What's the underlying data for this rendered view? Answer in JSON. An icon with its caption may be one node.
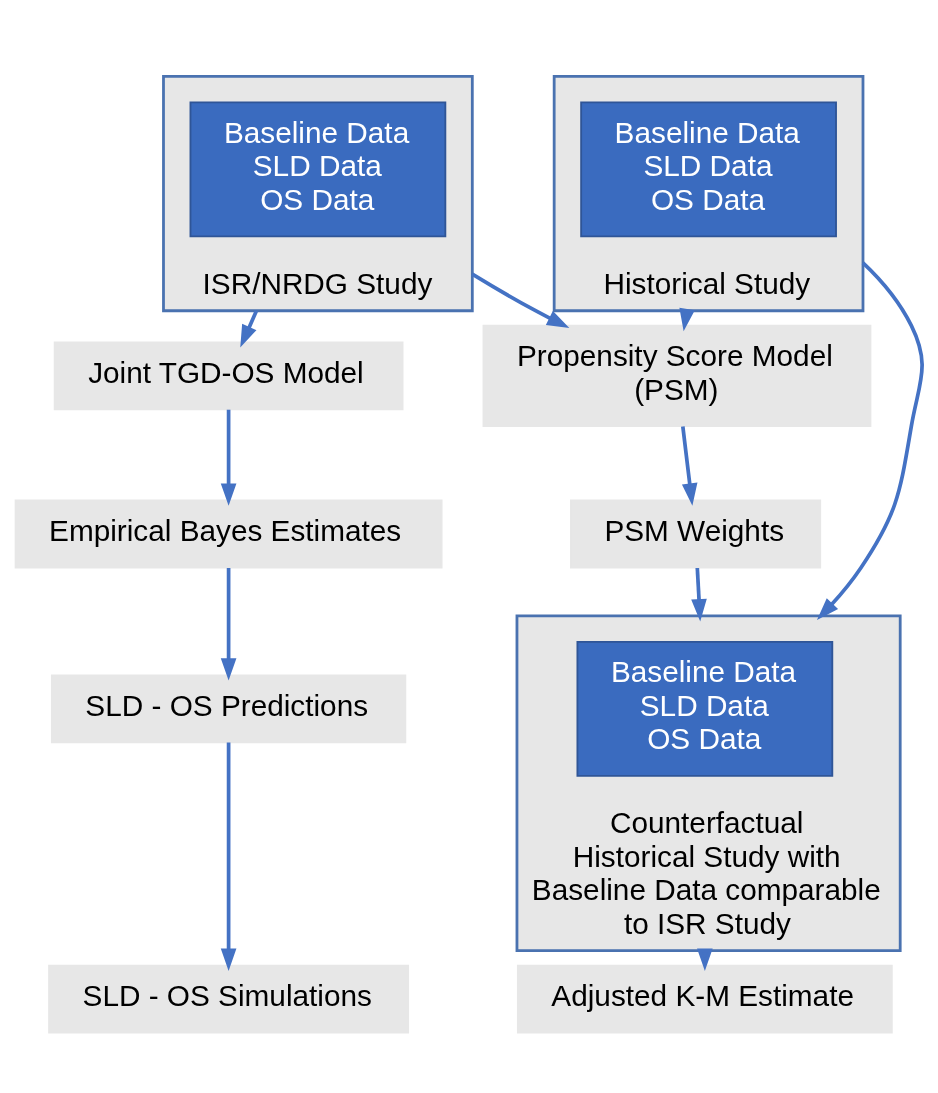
{
  "diagram": {
    "nodes": [
      {
        "text": [
          "ISR/NRDG Study"
        ]
      },
      {
        "text": [
          "Baseline Data",
          "SLD Data",
          "OS Data"
        ],
        "in": 0
      },
      {
        "text": [
          "Historical Study"
        ]
      },
      {
        "text": [
          "Baseline Data",
          "SLD Data",
          "OS Data"
        ],
        "in": 2
      },
      {
        "text": [
          "Propensity Score Model (PSM)"
        ]
      },
      {
        "text": [
          "PSM Weights"
        ]
      },
      {
        "text": [
          "Joint TGD-OS Model"
        ]
      },
      {
        "text": [
          "Counterfactual Historical Study with Baseline Data comparable to ISR Study"
        ]
      },
      {
        "text": [
          "Baseline Data",
          "SLD Data",
          "OS Data"
        ],
        "in": 7
      },
      {
        "text": [
          "Empirical Bayes Estimates"
        ]
      },
      {
        "text": [
          "SLD - OS Predictions"
        ]
      },
      {
        "text": [
          "SLD - OS Simulations"
        ]
      },
      {
        "text": [
          "Adjusted K-M Estimate"
        ]
      }
    ],
    "edges": [
      {
        "from": 0,
        "to": 4,
        "arrow": "to"
      },
      {
        "from": 2,
        "to": 4,
        "arrow": "to"
      },
      {
        "from": 0,
        "to": 6,
        "arrow": "to"
      },
      {
        "from": 4,
        "to": 5,
        "arrow": "to"
      },
      {
        "from": 2,
        "to": 7,
        "arrow": "to"
      },
      {
        "from": 5,
        "to": 7,
        "arrow": "to"
      },
      {
        "from": 6,
        "to": 9,
        "arrow": "to"
      },
      {
        "from": 9,
        "to": 10,
        "arrow": "to"
      },
      {
        "from": 10,
        "to": 11,
        "arrow": "to"
      },
      {
        "from": 7,
        "to": 12,
        "arrow": "to"
      }
    ]
  }
}
